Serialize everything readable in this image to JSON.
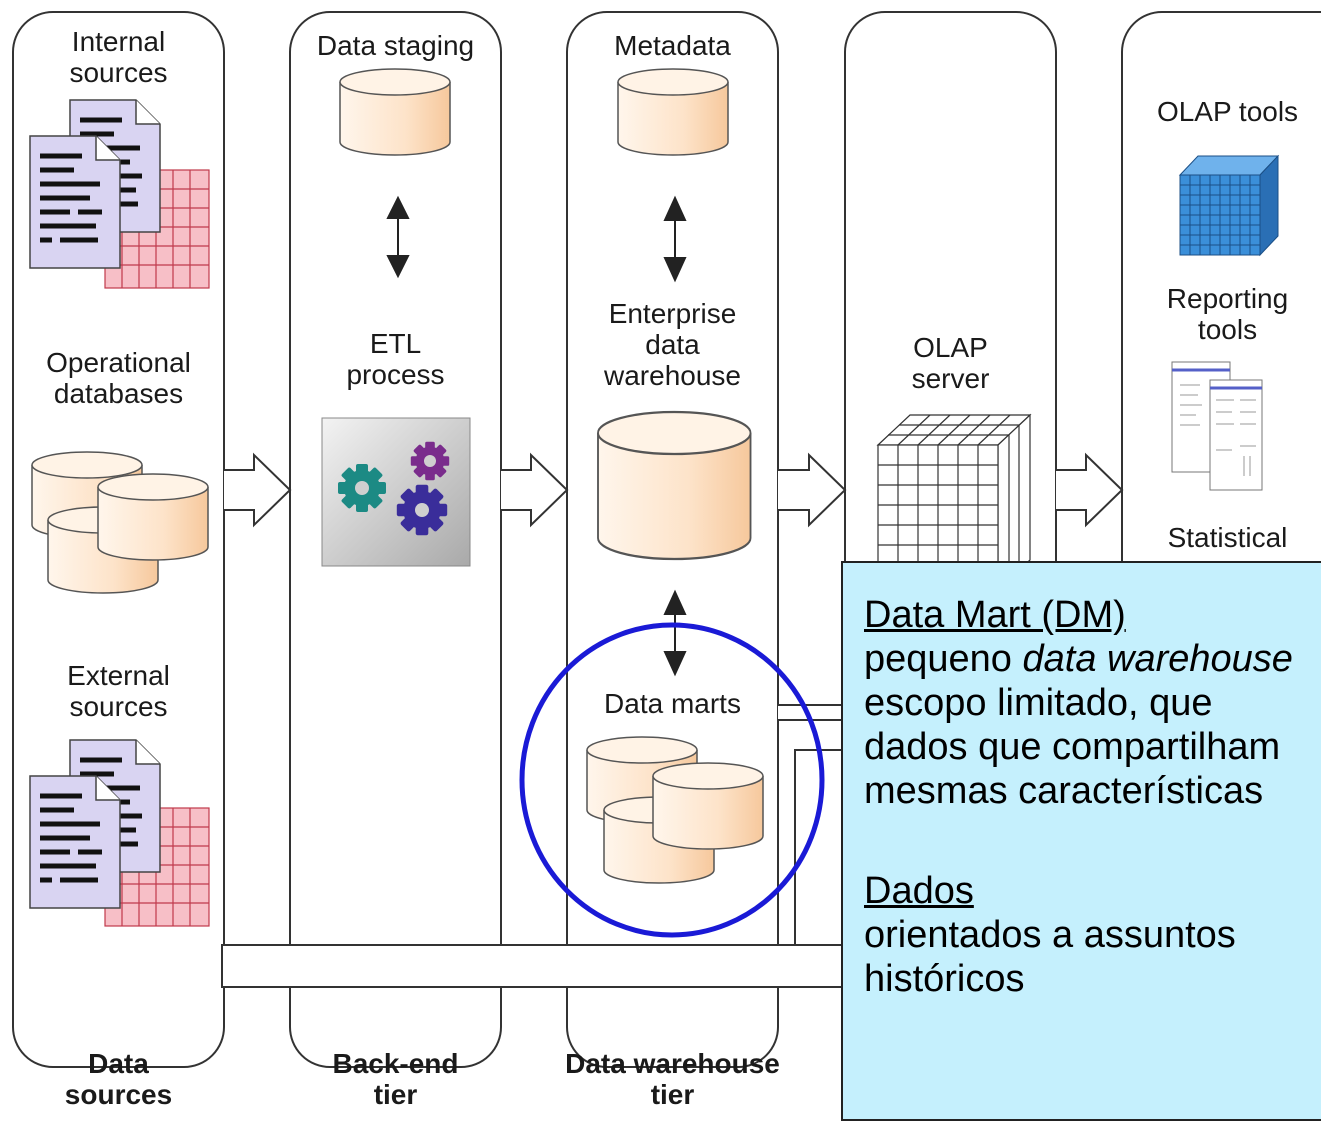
{
  "columns": {
    "data_sources": {
      "internal": "Internal\nsources",
      "operational": "Operational\ndatabases",
      "external": "External\nsources",
      "tier": "Data\nsources"
    },
    "backend": {
      "staging": "Data staging",
      "etl": "ETL\nprocess",
      "tier": "Back-end\ntier"
    },
    "warehouse": {
      "metadata": "Metadata",
      "edw": "Enterprise\ndata\nwarehouse",
      "marts": "Data marts",
      "tier": "Data warehouse\ntier"
    },
    "olap": {
      "server": "OLAP\nserver"
    },
    "frontend": {
      "olap_tools": "OLAP tools",
      "reporting": "Reporting\ntools",
      "statistical": "Statistical"
    }
  },
  "callout": {
    "dm_heading": "Data Mart (DM)",
    "dm_line1_plain": "pequeno ",
    "dm_line1_italic": "data warehouse",
    "dm_line2": "escopo limitado, que",
    "dm_line3": "dados que compartilham",
    "dm_line4": "mesmas características",
    "dados_heading": "Dados",
    "dados_line1": "orientados a assuntos",
    "dados_line2": "históricos"
  },
  "colors": {
    "cylinder_fill": "#fde3c9",
    "highlight_circle": "#1a1ad6",
    "callout_bg": "#c5f0fd",
    "doc_fill": "#d9d4f2",
    "grid_fill": "#f7bfc7",
    "cube_blue": "#3b8fd9"
  }
}
